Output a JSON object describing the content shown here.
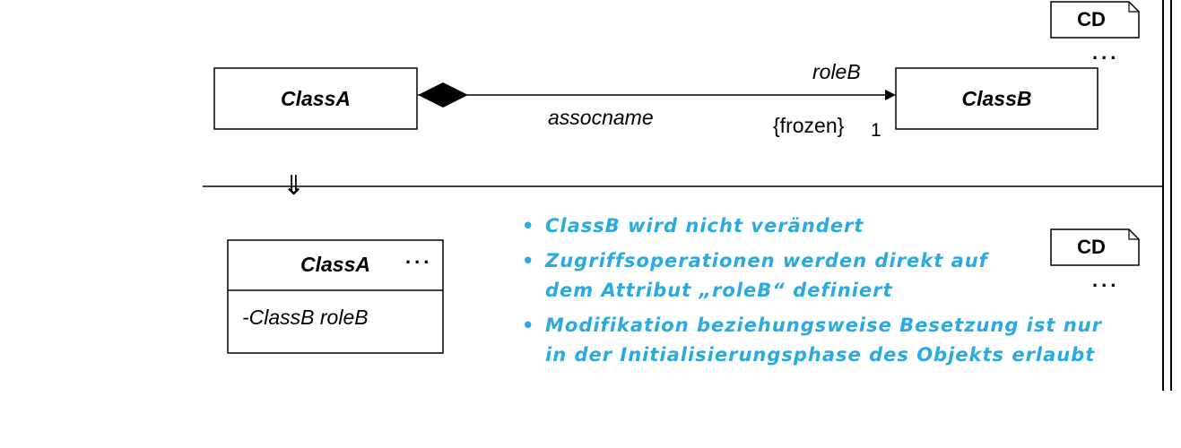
{
  "top_diagram": {
    "tag": "CD",
    "tag_dots": "...",
    "class_a": "ClassA",
    "class_b": "ClassB",
    "role_label": "roleB",
    "assoc_label": "assocname",
    "constraint_label": "{frozen}",
    "multiplicity": "1"
  },
  "transform_arrow": "⇓",
  "bottom_diagram": {
    "tag": "CD",
    "tag_dots": "...",
    "class_name": "ClassA",
    "class_dots": "...",
    "attribute": "-ClassB roleB"
  },
  "notes": {
    "bullet_symbol": "•",
    "color": "#29aae1",
    "items": [
      {
        "lines": [
          "ClassB wird nicht verändert"
        ]
      },
      {
        "lines": [
          "Zugriffsoperationen werden direkt auf",
          "dem Attribut „roleB“ definiert"
        ]
      },
      {
        "lines": [
          "Modifikation beziehungsweise Besetzung ist nur",
          "in der Initialisierungsphase des Objekts erlaubt"
        ]
      }
    ]
  }
}
